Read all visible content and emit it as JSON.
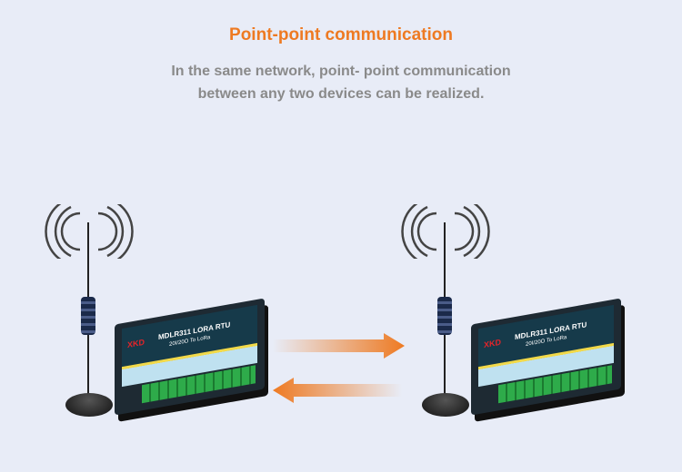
{
  "header": {
    "title": "Point-point communication",
    "subtitle_line1": "In the same network, point- point communication",
    "subtitle_line2": "between any two devices can be realized."
  },
  "device": {
    "logo": "XKD",
    "model": "MDLR311 LORA RTU",
    "spec": "20I/20O To LoRa"
  },
  "colors": {
    "accent": "#ee7a22",
    "background": "#e8ecf7"
  }
}
